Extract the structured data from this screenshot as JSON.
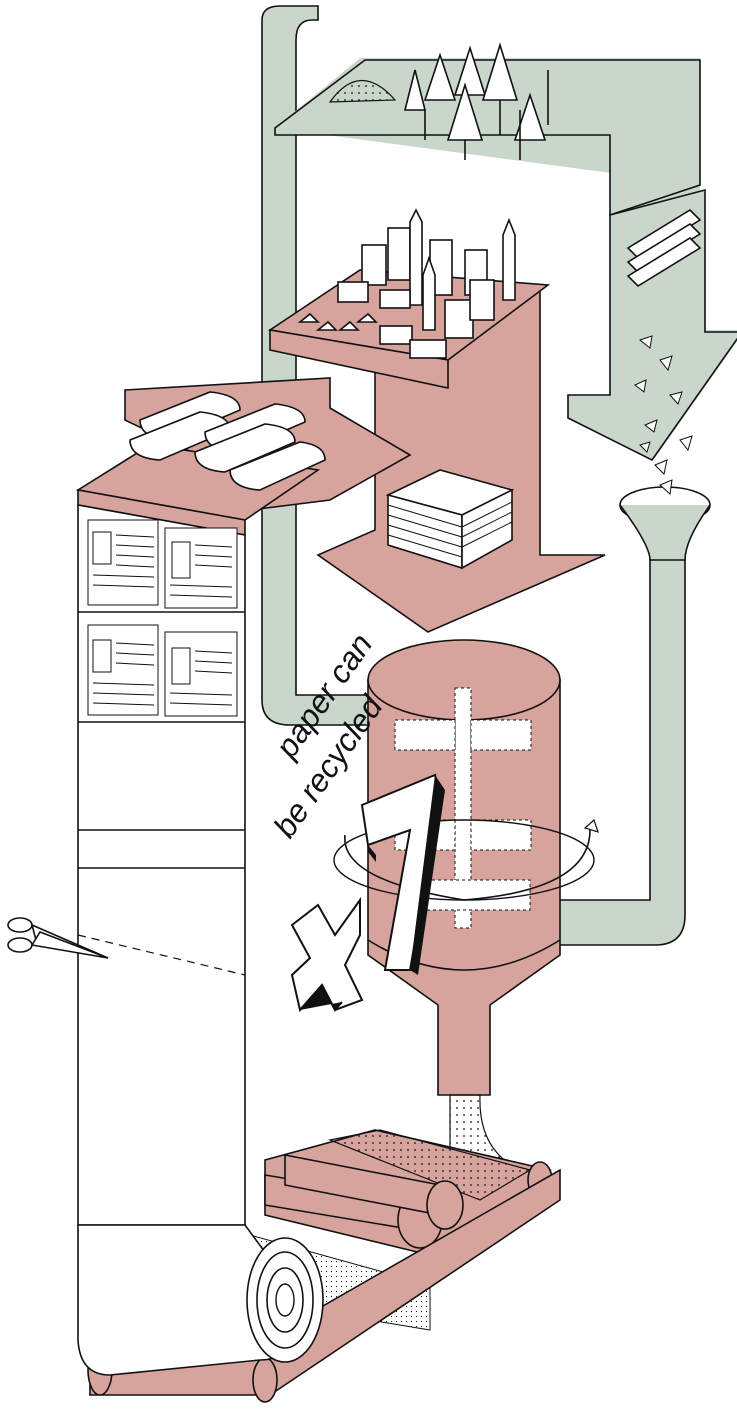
{
  "label": {
    "line1": "paper can",
    "line2": "be recycled"
  },
  "multiplier": "x7",
  "colors": {
    "pipe": "#c9d6cb",
    "flow": "#d7a39d",
    "outline": "#111111",
    "paper": "#ffffff"
  }
}
